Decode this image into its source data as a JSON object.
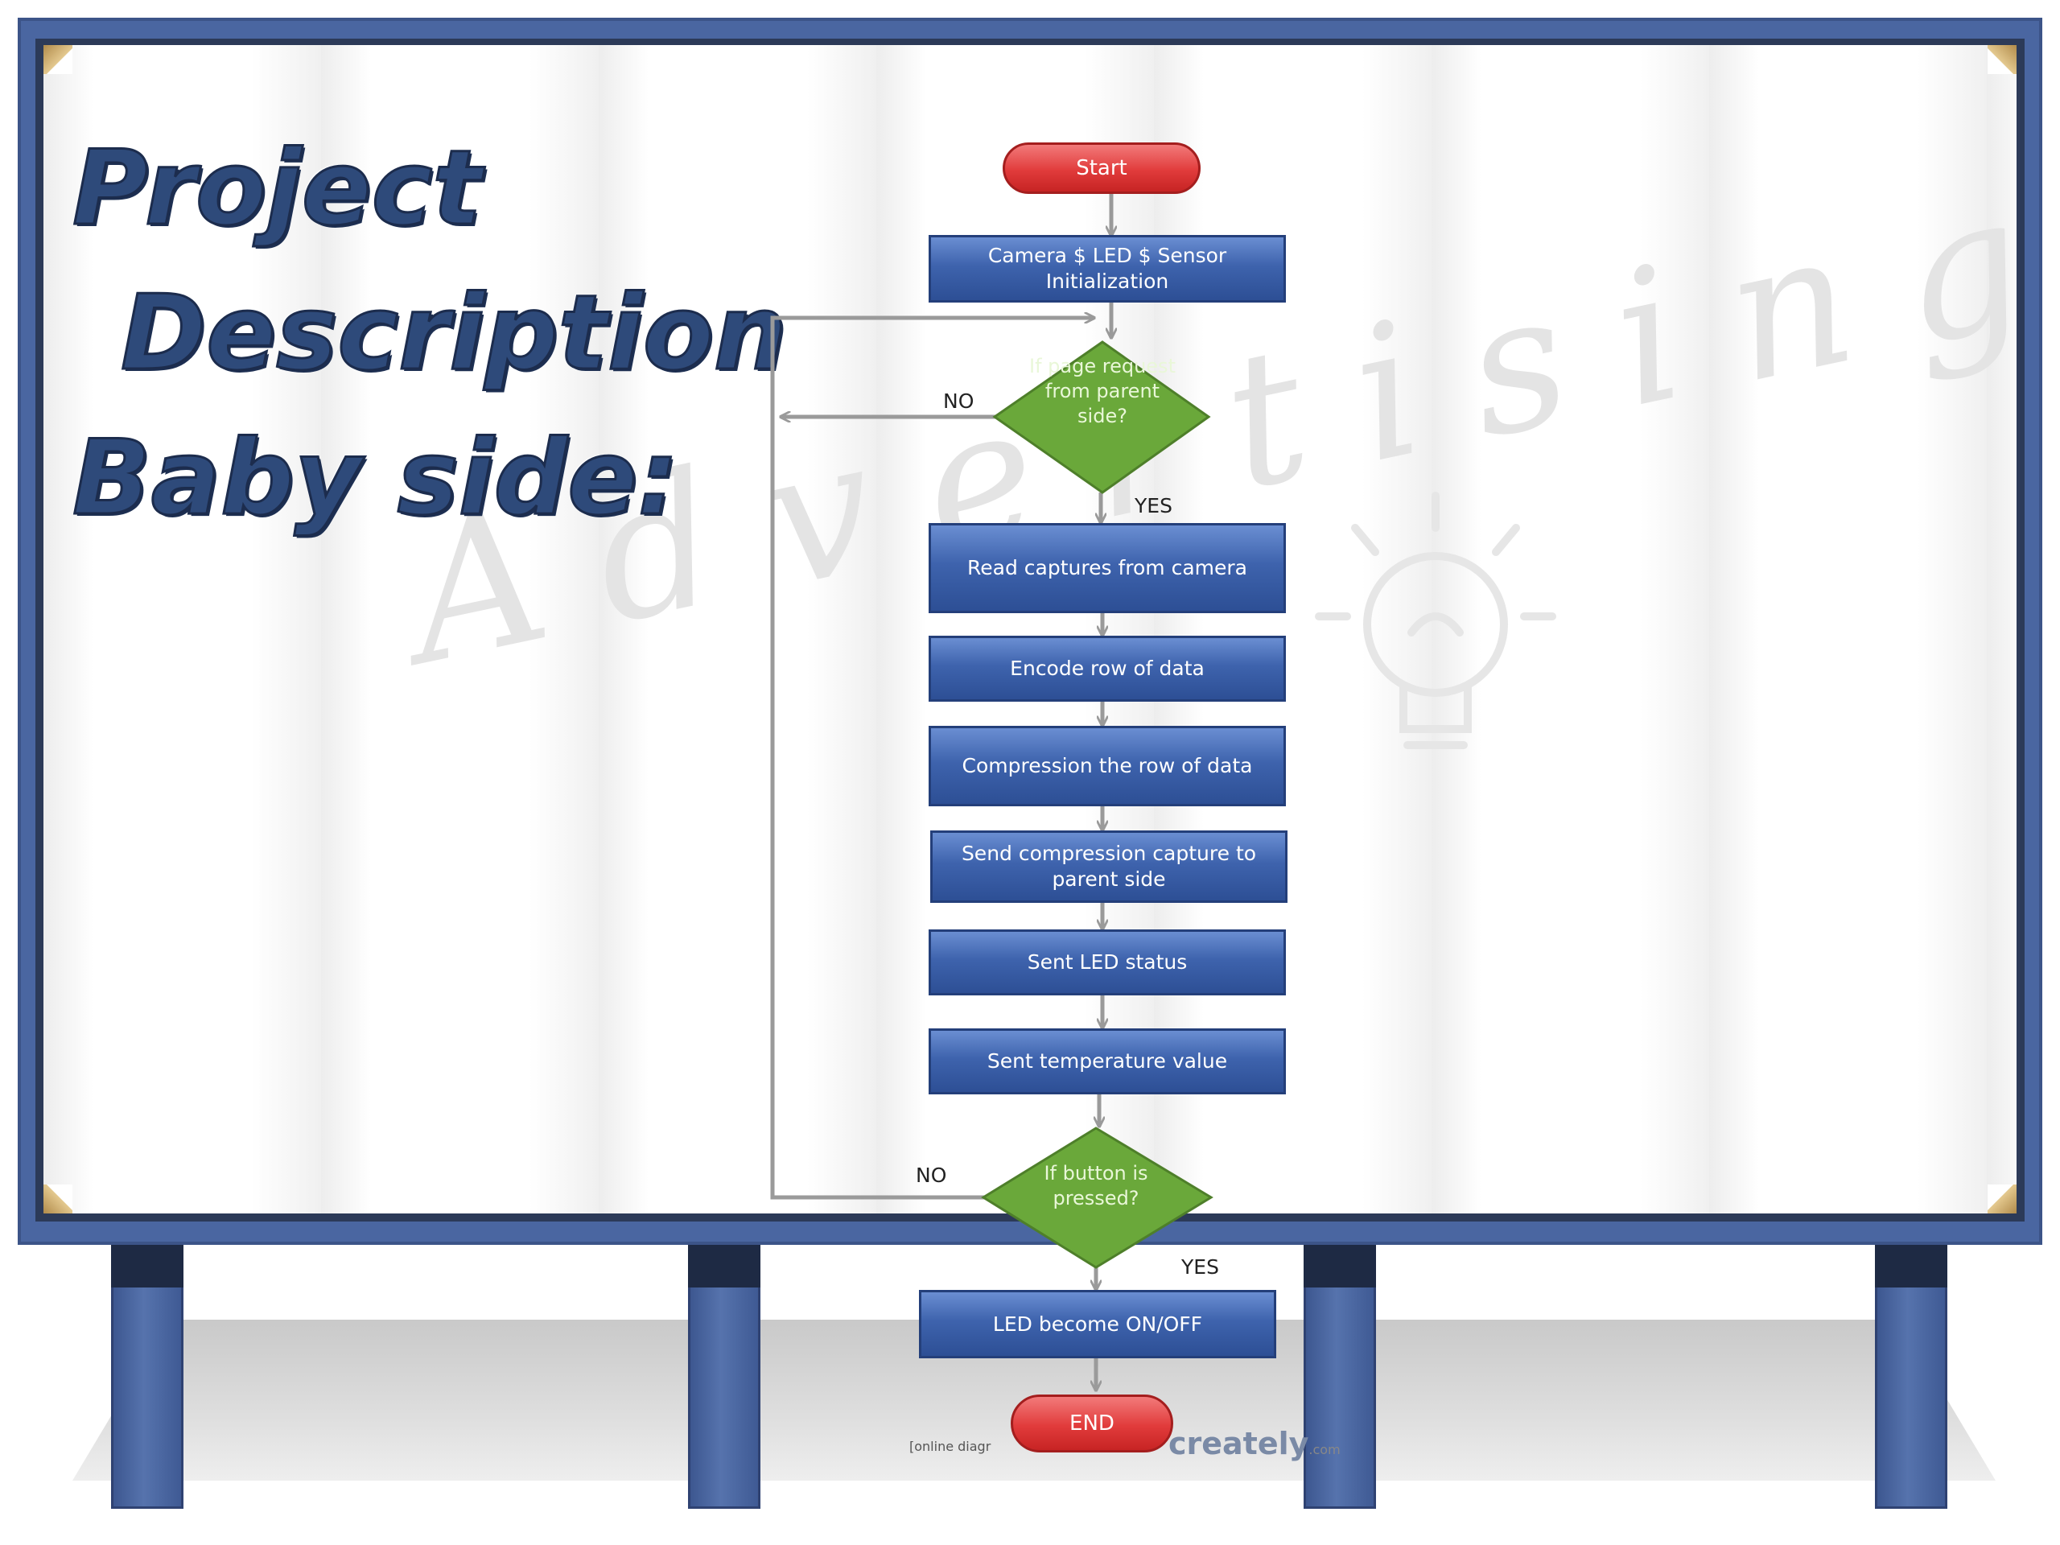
{
  "title": {
    "line1": "Project",
    "line2": "Description",
    "line3": "Baby side:"
  },
  "watermark": "Advertising",
  "colors": {
    "process_fill": "#3e63ad",
    "terminal_fill": "#e13b3b",
    "decision_fill": "#6aa83a",
    "connector": "#9a9a9a",
    "title": "#2e4a7a"
  },
  "flowchart": {
    "start": "Start",
    "init": "Camera $ LED $ Sensor Initialization",
    "decision1": "If page request from parent side?",
    "decision1_no": "NO",
    "decision1_yes": "YES",
    "step_read": "Read captures from camera",
    "step_encode": "Encode row of data",
    "step_compress": "Compression the row of data",
    "step_send": "Send compression capture to parent side",
    "step_led_status": "Sent LED status",
    "step_temperature": "Sent temperature value",
    "decision2": "If button is pressed?",
    "decision2_no": "NO",
    "decision2_yes": "YES",
    "step_led_toggle": "LED become ON/OFF",
    "end": "END"
  },
  "footer": {
    "credit": "[online diagr",
    "brand": "creately",
    "brand_suffix": ".com"
  }
}
